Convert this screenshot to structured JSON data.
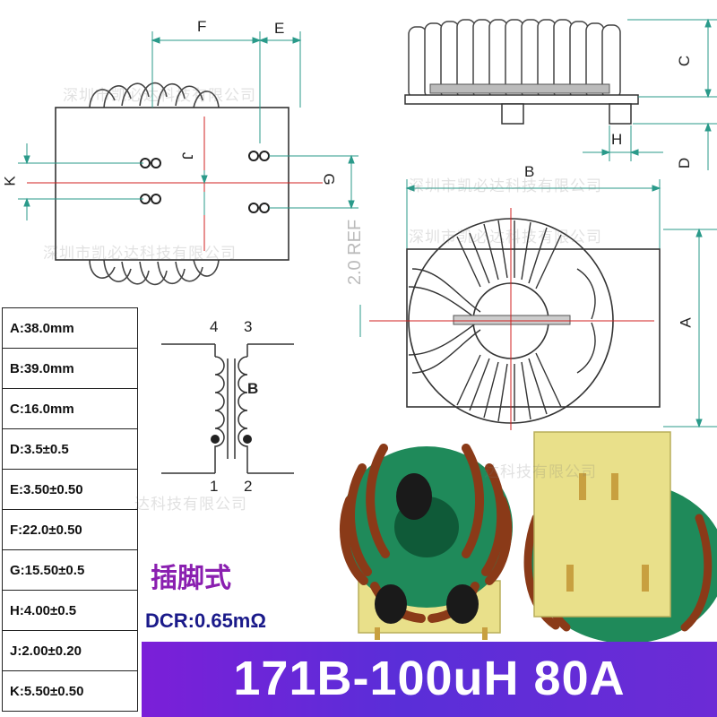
{
  "watermarks": [
    {
      "text": "深圳市凯必达科技有限公司"
    },
    {
      "text": "深圳市凯必达科技有限公司"
    },
    {
      "text": "深圳市凯必达科技有限公司"
    },
    {
      "text": "深圳市凯必达科技有限公司"
    },
    {
      "text": "达科技有限公司"
    },
    {
      "text": "达科技有限公司"
    }
  ],
  "dimension_labels": {
    "F": "F",
    "E": "E",
    "J": "J",
    "K": "K",
    "G": "G",
    "C": "C",
    "H": "H",
    "D": "D",
    "B": "B",
    "A": "A",
    "ref": "2.0 REF"
  },
  "schematic": {
    "pin_4": "4",
    "pin_3": "3",
    "pin_1": "1",
    "pin_2": "2",
    "label_b": "B"
  },
  "specs": [
    {
      "text": "A:38.0mm"
    },
    {
      "text": "B:39.0mm"
    },
    {
      "text": "C:16.0mm"
    },
    {
      "text": "D:3.5±0.5"
    },
    {
      "text": "E:3.50±0.50"
    },
    {
      "text": "F:22.0±0.50"
    },
    {
      "text": "G:15.50±0.5"
    },
    {
      "text": "H:4.00±0.5"
    },
    {
      "text": "J:2.00±0.20"
    },
    {
      "text": "K:5.50±0.50"
    }
  ],
  "mount_type": "插脚式",
  "dcr": "DCR:0.65mΩ",
  "product_title": "171B-100uH 80A",
  "colors": {
    "banner_start": "#7b1fd8",
    "banner_end": "#5a2ed8",
    "mount_text": "#8a1fb0",
    "dcr_text": "#1a1a8a",
    "copper": "#8a3a18",
    "core_green": "#1f8a5a",
    "base_yellow": "#e9e08a",
    "dim_teal": "#2a9a8a",
    "center_red": "#d02020"
  }
}
